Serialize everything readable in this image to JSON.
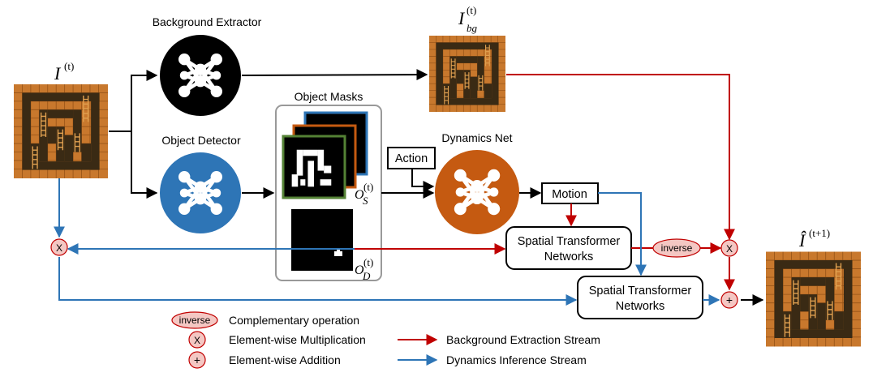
{
  "nodes": {
    "background_extractor": "Background Extractor",
    "object_detector": "Object Detector",
    "object_masks": "Object Masks",
    "dynamics_net": "Dynamics Net",
    "action": "Action",
    "motion": "Motion",
    "stn_top_line1": "Spatial Transformer",
    "stn_top_line2": "Networks",
    "stn_bottom_line1": "Spatial Transformer",
    "stn_bottom_line2": "Networks",
    "inverse": "inverse"
  },
  "math": {
    "input_base": "I",
    "input_sup": "(t)",
    "bg_base": "I",
    "bg_sub": "bg",
    "bg_sup": "(t)",
    "os_base": "O",
    "os_sub": "S",
    "os_sup": "(t)",
    "od_base": "O",
    "od_sub": "D",
    "od_sup": "(t)",
    "out_base": "Î",
    "out_sup": "(t+1)"
  },
  "ops": {
    "multiply_symbol": "X",
    "add_symbol": "+"
  },
  "legend": {
    "inverse_badge": "inverse",
    "complementary": "Complementary operation",
    "multiply": "Element-wise Multiplication",
    "add": "Element-wise Addition",
    "bg_stream": "Background Extraction Stream",
    "dyn_stream": "Dynamics Inference Stream"
  },
  "colors": {
    "background_stream": "#c00000",
    "dynamics_stream": "#2e75b6",
    "extractor_node": "#000000",
    "detector_node": "#2e75b6",
    "dynamics_node": "#c55a11",
    "op_fill": "#f4c7c3",
    "game_brick": "#c8782d",
    "game_floor": "#3a2a14",
    "mask_green": "#548235",
    "mask_orange": "#c55a11",
    "mask_blue": "#2e75b6"
  },
  "icons": {
    "network": "neural-network-icon",
    "game_frame": "game-frame-thumbnail",
    "mask": "object-mask-thumbnail"
  }
}
